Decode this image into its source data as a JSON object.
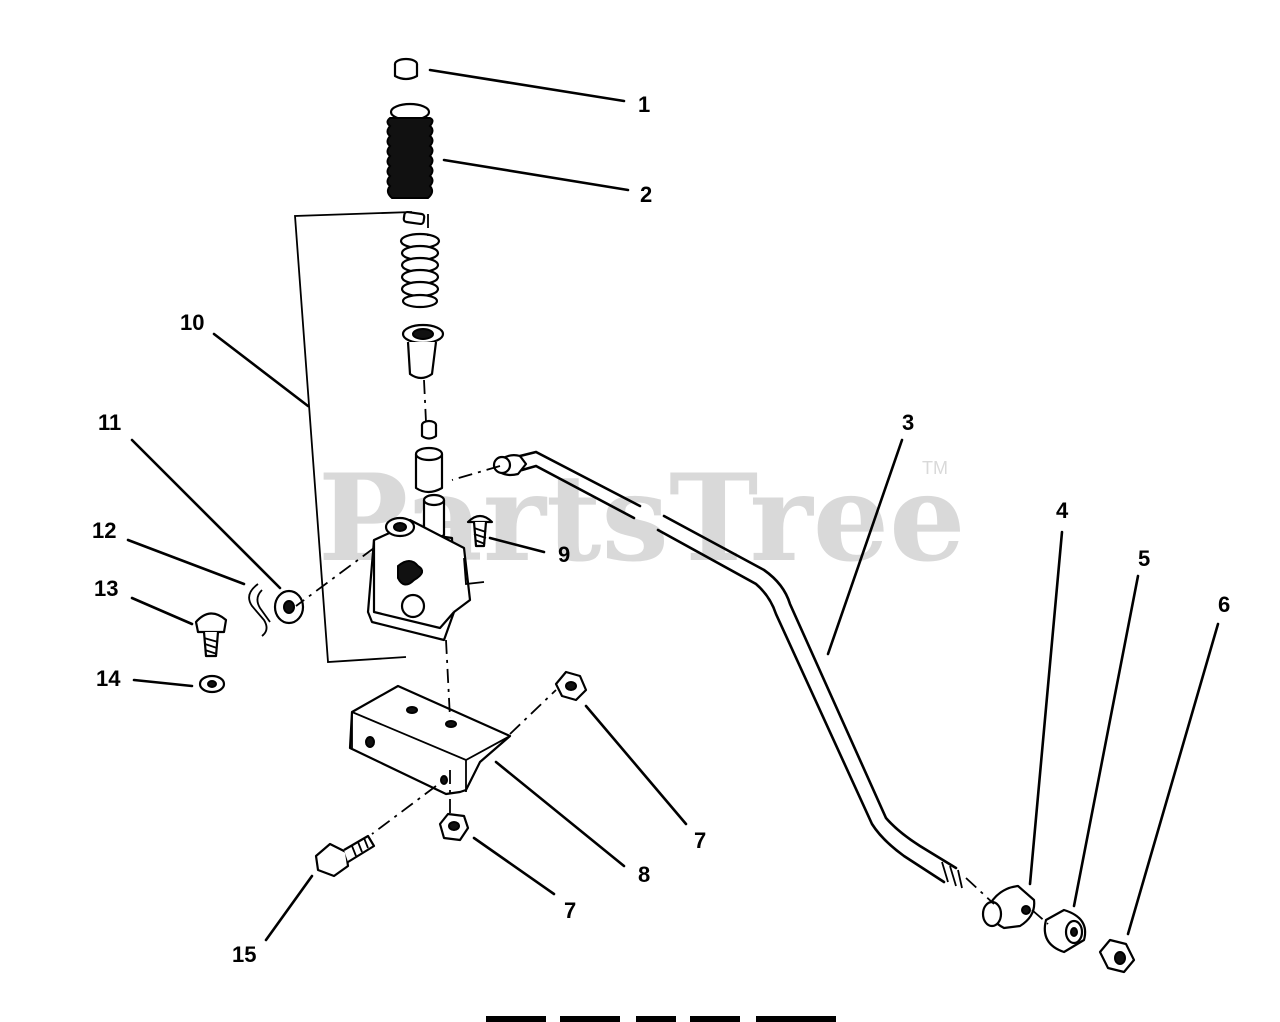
{
  "watermark": {
    "text": "PartsTree",
    "trademark": "TM"
  },
  "callouts": [
    {
      "id": "1",
      "label": "1"
    },
    {
      "id": "2",
      "label": "2"
    },
    {
      "id": "3",
      "label": "3"
    },
    {
      "id": "4",
      "label": "4"
    },
    {
      "id": "5",
      "label": "5"
    },
    {
      "id": "6",
      "label": "6"
    },
    {
      "id": "7a",
      "label": "7"
    },
    {
      "id": "7b",
      "label": "7"
    },
    {
      "id": "8",
      "label": "8"
    },
    {
      "id": "9",
      "label": "9"
    },
    {
      "id": "10",
      "label": "10"
    },
    {
      "id": "11",
      "label": "11"
    },
    {
      "id": "12",
      "label": "12"
    },
    {
      "id": "13",
      "label": "13"
    },
    {
      "id": "14",
      "label": "14"
    },
    {
      "id": "15",
      "label": "15"
    }
  ]
}
